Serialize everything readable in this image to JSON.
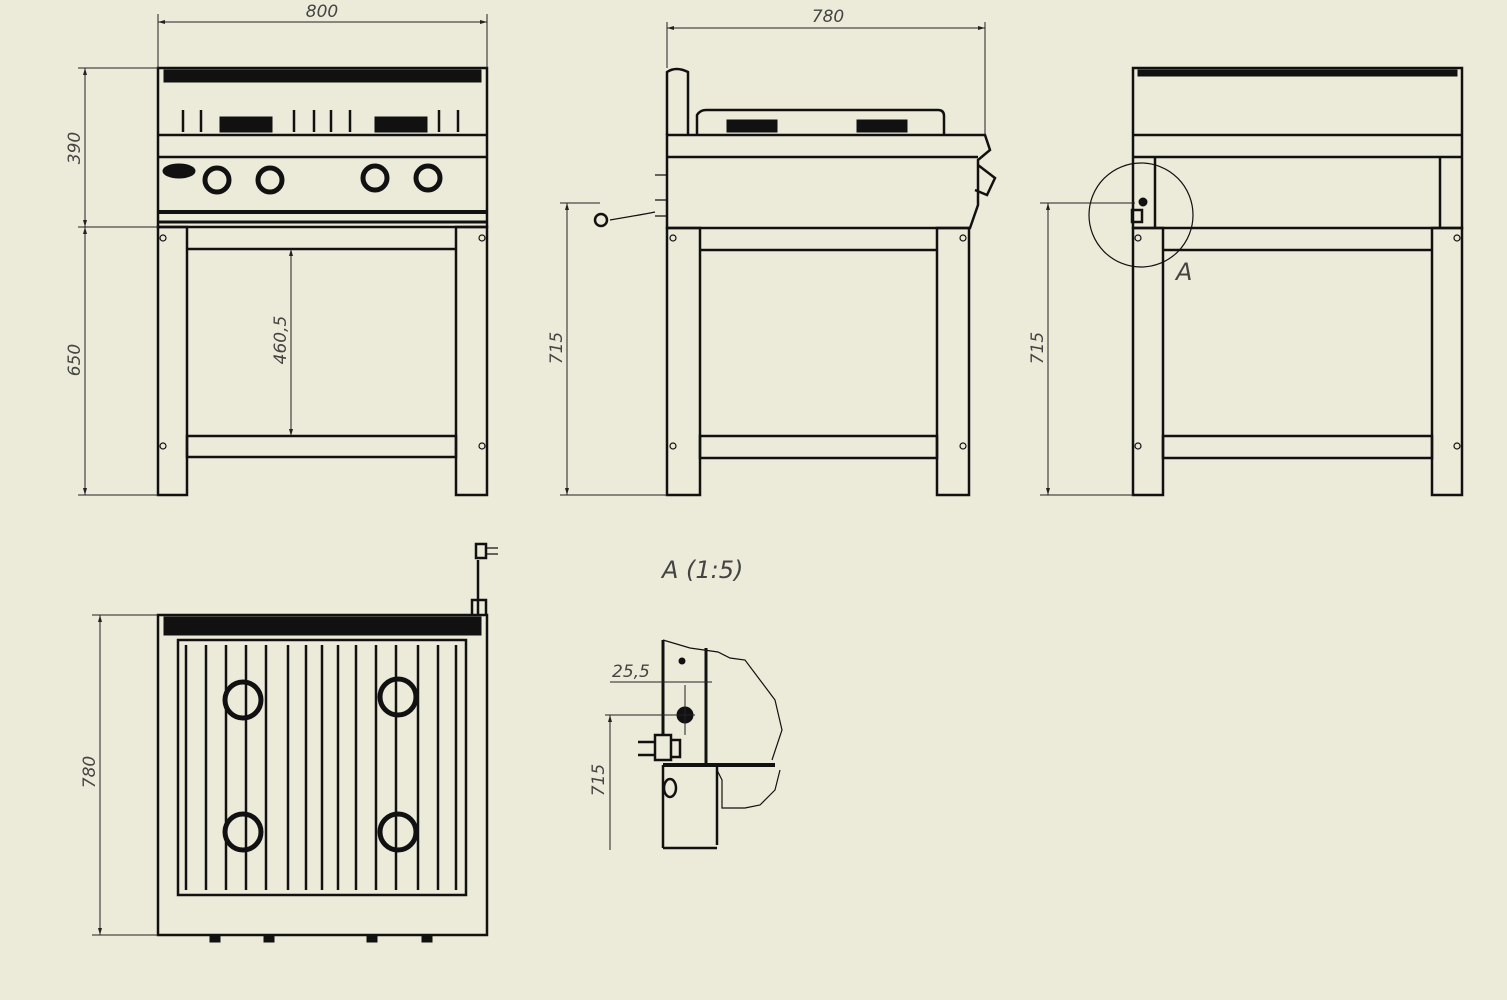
{
  "drawing": {
    "front_view": {
      "width_label": "800",
      "top_height_label": "390",
      "stand_height_label": "650",
      "shelf_clearance_label": "460,5"
    },
    "side_view": {
      "depth_label": "780",
      "plug_height_label": "715"
    },
    "rear_view": {
      "plug_height_label": "715",
      "detail_marker": "A"
    },
    "top_view": {
      "depth_label": "780"
    },
    "detail_view": {
      "title": "A (1:5)",
      "offset_label": "25,5",
      "height_label": "715"
    }
  },
  "colors": {
    "background": "#ecebd9",
    "line": "#111111",
    "text": "#444444"
  }
}
